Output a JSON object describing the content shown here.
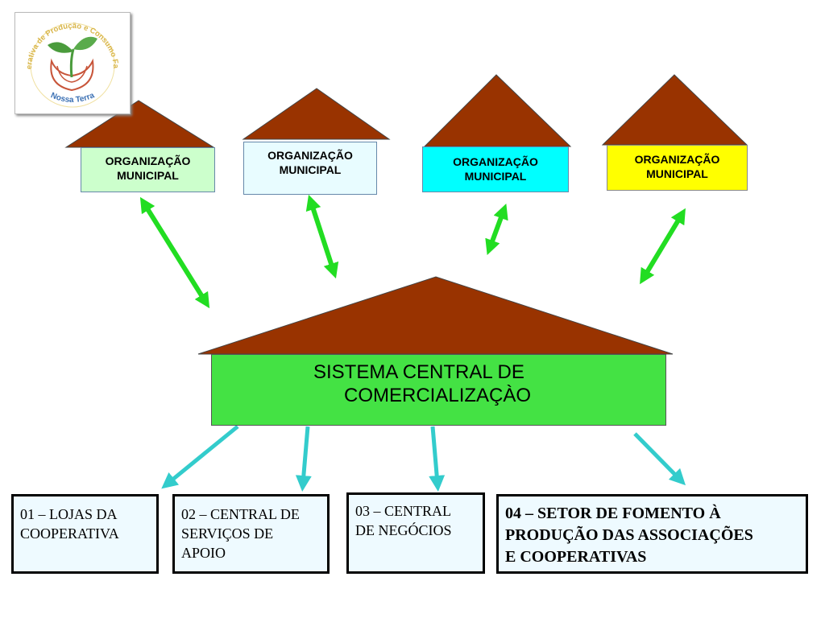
{
  "logo": {
    "text_top": "Cooperativa de Produção e Consumo Familiar",
    "text_bottom": "Nossa Terra"
  },
  "municipal": [
    {
      "label_1": "ORGANIZAÇÃO",
      "label_2": "MUNICIPAL",
      "color": "#ccffcc"
    },
    {
      "label_1": "ORGANIZAÇÃO",
      "label_2": "MUNICIPAL",
      "color": "#e8fcff"
    },
    {
      "label_1": "ORGANIZAÇÃO",
      "label_2": "MUNICIPAL",
      "color": "#00ffff"
    },
    {
      "label_1": "ORGANIZAÇÃO",
      "label_2": "MUNICIPAL",
      "color": "#ffff00"
    }
  ],
  "central": {
    "line_1": "SISTEMA CENTRAL DE",
    "line_2": "COMERCIALIZAÇÀO",
    "color": "#44e244"
  },
  "sectors": [
    {
      "line_1": "01 – LOJAS DA",
      "line_2": "COOPERATIVA",
      "line_3": ""
    },
    {
      "line_1": "02 – CENTRAL DE",
      "line_2": "SERVIÇOS DE",
      "line_3": "APOIO"
    },
    {
      "line_1": "03 – CENTRAL",
      "line_2": "DE NEGÓCIOS",
      "line_3": ""
    },
    {
      "line_1": "04 – SETOR DE FOMENTO À",
      "line_2": "PRODUÇÃO DAS ASSOCIAÇÕES",
      "line_3": "E COOPERATIVAS"
    }
  ],
  "colors": {
    "roof": "#993300",
    "double_arrow": "#22dd22",
    "flow_arrow": "#33cccc"
  }
}
